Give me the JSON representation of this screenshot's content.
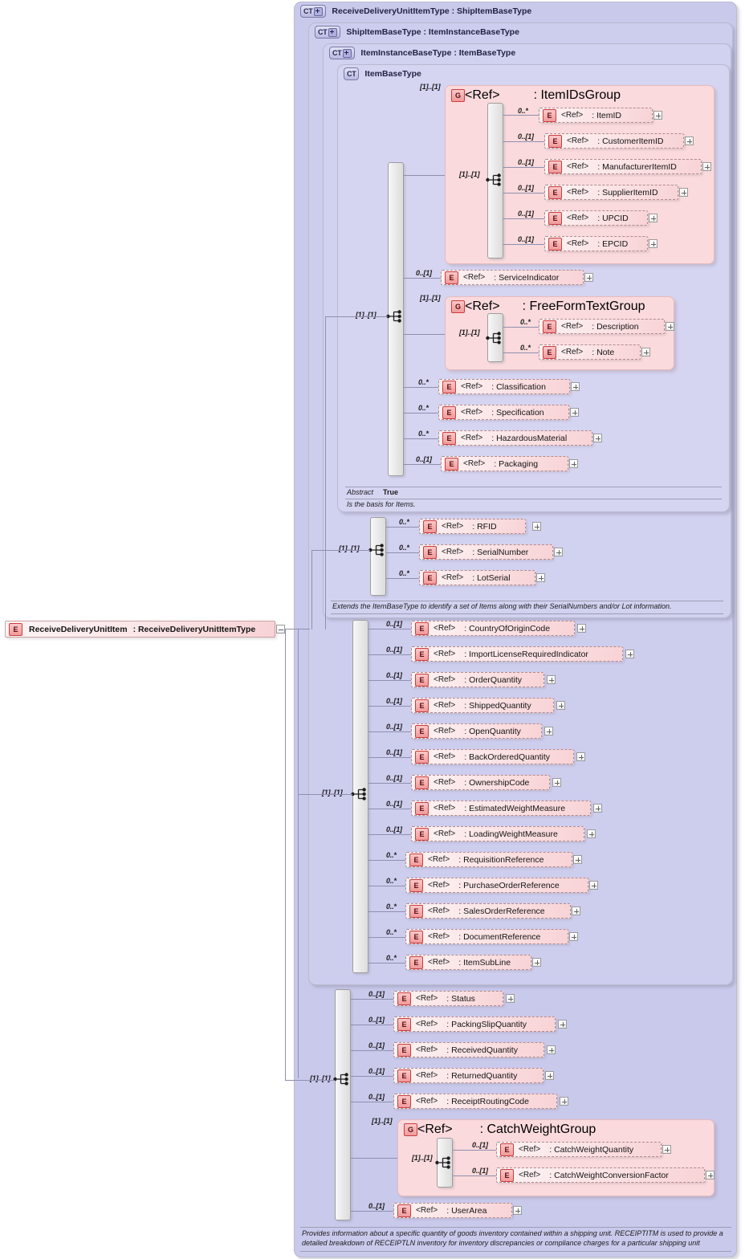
{
  "diagram": {
    "root_element": {
      "name": "ReceiveDeliveryUnitItem",
      "type": ": ReceiveDeliveryUnitItemType",
      "toggle": "minus"
    },
    "ref_label": "<Ref>",
    "containers": [
      {
        "id": "ct1",
        "badge": "CT",
        "expandable": true,
        "title": "ReceiveDeliveryUnitItemType : ShipItemBaseType"
      },
      {
        "id": "ct2",
        "badge": "CT",
        "expandable": true,
        "title": "ShipItemBaseType : ItemInstanceBaseType"
      },
      {
        "id": "ct3",
        "badge": "CT",
        "expandable": true,
        "title": "ItemInstanceBaseType : ItemBaseType"
      },
      {
        "id": "ct4",
        "badge": "CT",
        "expandable": false,
        "title": "ItemBaseType"
      }
    ],
    "groups": [
      {
        "id": "g_itemids",
        "badge": "G",
        "ref": "<Ref>",
        "name": ": ItemIDsGroup"
      },
      {
        "id": "g_freeform",
        "badge": "G",
        "ref": "<Ref>",
        "name": ": FreeFormTextGroup"
      },
      {
        "id": "g_catch",
        "badge": "G",
        "ref": "<Ref>",
        "name": ": CatchWeightGroup"
      }
    ],
    "itemids_children": [
      {
        "card": "0..*",
        "ref": "<Ref>",
        "name": ": ItemID"
      },
      {
        "card": "0..[1]",
        "ref": "<Ref>",
        "name": ": CustomerItemID"
      },
      {
        "card": "0..[1]",
        "ref": "<Ref>",
        "name": ": ManufacturerItemID"
      },
      {
        "card": "0..[1]",
        "ref": "<Ref>",
        "name": ": SupplierItemID"
      },
      {
        "card": "0..[1]",
        "ref": "<Ref>",
        "name": ": UPCID"
      },
      {
        "card": "0..[1]",
        "ref": "<Ref>",
        "name": ": EPCID"
      }
    ],
    "freeform_children": [
      {
        "card": "0..*",
        "ref": "<Ref>",
        "name": ": Description"
      },
      {
        "card": "0..*",
        "ref": "<Ref>",
        "name": ": Note"
      }
    ],
    "itembase_children": [
      {
        "card": "0..[1]",
        "ref": "<Ref>",
        "name": ": ServiceIndicator"
      },
      {
        "card": "0..*",
        "ref": "<Ref>",
        "name": ": Classification"
      },
      {
        "card": "0..*",
        "ref": "<Ref>",
        "name": ": Specification"
      },
      {
        "card": "0..*",
        "ref": "<Ref>",
        "name": ": HazardousMaterial"
      },
      {
        "card": "0..[1]",
        "ref": "<Ref>",
        "name": ": Packaging"
      }
    ],
    "iteminstance_children": [
      {
        "card": "0..*",
        "ref": "<Ref>",
        "name": ": RFID"
      },
      {
        "card": "0..*",
        "ref": "<Ref>",
        "name": ": SerialNumber"
      },
      {
        "card": "0..*",
        "ref": "<Ref>",
        "name": ": LotSerial"
      }
    ],
    "shipitem_children": [
      {
        "card": "0..[1]",
        "ref": "<Ref>",
        "name": ": CountryOfOriginCode"
      },
      {
        "card": "0..[1]",
        "ref": "<Ref>",
        "name": ": ImportLicenseRequiredIndicator"
      },
      {
        "card": "0..[1]",
        "ref": "<Ref>",
        "name": ": OrderQuantity"
      },
      {
        "card": "0..[1]",
        "ref": "<Ref>",
        "name": ": ShippedQuantity"
      },
      {
        "card": "0..[1]",
        "ref": "<Ref>",
        "name": ": OpenQuantity"
      },
      {
        "card": "0..[1]",
        "ref": "<Ref>",
        "name": ": BackOrderedQuantity"
      },
      {
        "card": "0..[1]",
        "ref": "<Ref>",
        "name": ": OwnershipCode"
      },
      {
        "card": "0..[1]",
        "ref": "<Ref>",
        "name": ": EstimatedWeightMeasure"
      },
      {
        "card": "0..[1]",
        "ref": "<Ref>",
        "name": ": LoadingWeightMeasure"
      },
      {
        "card": "0..*",
        "ref": "<Ref>",
        "name": ": RequisitionReference"
      },
      {
        "card": "0..*",
        "ref": "<Ref>",
        "name": ": PurchaseOrderReference"
      },
      {
        "card": "0..*",
        "ref": "<Ref>",
        "name": ": SalesOrderReference"
      },
      {
        "card": "0..*",
        "ref": "<Ref>",
        "name": ": DocumentReference"
      },
      {
        "card": "0..*",
        "ref": "<Ref>",
        "name": ": ItemSubLine"
      }
    ],
    "receive_children": [
      {
        "card": "0..[1]",
        "ref": "<Ref>",
        "name": ": Status"
      },
      {
        "card": "0..[1]",
        "ref": "<Ref>",
        "name": ": PackingSlipQuantity"
      },
      {
        "card": "0..[1]",
        "ref": "<Ref>",
        "name": ": ReceivedQuantity"
      },
      {
        "card": "0..[1]",
        "ref": "<Ref>",
        "name": ": ReturnedQuantity"
      },
      {
        "card": "0..[1]",
        "ref": "<Ref>",
        "name": ": ReceiptRoutingCode"
      }
    ],
    "catch_children": [
      {
        "card": "0..[1]",
        "ref": "<Ref>",
        "name": ": CatchWeightQuantity"
      },
      {
        "card": "0..[1]",
        "ref": "<Ref>",
        "name": ": CatchWeightConversionFactor"
      }
    ],
    "userarea": {
      "card": "0..[1]",
      "ref": "<Ref>",
      "name": ": UserArea"
    },
    "cardinalities": {
      "seq_itembase": "[1]..[1]",
      "seq_itemids_outer": "[1]..[1]",
      "seq_itemids_inner": "[1]..[1]",
      "seq_freeform_outer": "[1]..[1]",
      "seq_freeform_inner": "[1]..[1]",
      "seq_iteminstance": "[1]..[1]",
      "seq_shipitem": "[1]..[1]",
      "seq_receive": "[1]..[1]",
      "seq_catch_outer": "[1]..[1]",
      "seq_catch_inner": "[1]..[1]"
    },
    "properties": {
      "abstract_key": "Abstract",
      "abstract_value": "True"
    },
    "annotations": {
      "itembase": "Is the basis for Items.",
      "iteminstance": "Extends the ItemBaseType to identify a set of Items along with their SerialNumbers and/or Lot information.",
      "root_line1": "Provides information about a specific quantity of goods inventory contained within a shipping unit. RECEIPTITM is used to provide a",
      "root_line2": "detailed breakdown of RECEIPTLN inventory for inventory discrepancies or compliance charges for a particular shipping unit"
    }
  }
}
